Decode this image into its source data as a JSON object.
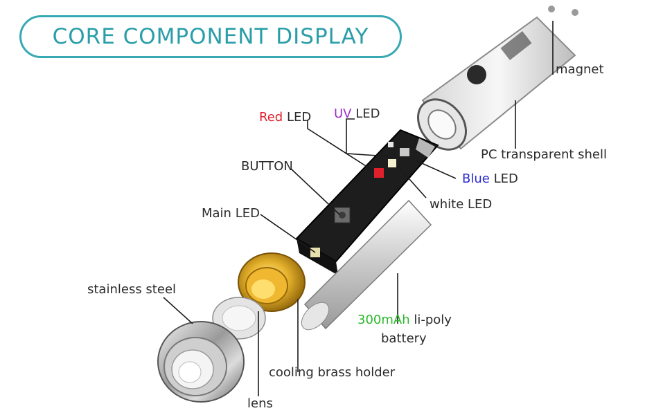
{
  "title": "CORE COMPONENT DISPLAY",
  "colors": {
    "title_accent": "#2a9ea8",
    "red_led": "#e0202a",
    "uv_led": "#9b30c8",
    "blue_led": "#2a2ad0",
    "battery_capacity": "#2ab82a",
    "brass": "#d9a520"
  },
  "labels": {
    "magnet": "magnet",
    "red_led_color": "Red",
    "red_led_suffix": "LED",
    "uv_led_color": "UV",
    "uv_led_suffix": "LED",
    "pc_shell": "PC transparent shell",
    "button": "BUTTON",
    "blue_led_color": "Blue",
    "blue_led_suffix": "LED",
    "white_led": "white LED",
    "main_led": "Main LED",
    "stainless_steel": "stainless steel",
    "battery_capacity": "300mAh",
    "battery_type": "li-poly",
    "battery_line2": "battery",
    "cooling_holder": "cooling brass holder",
    "lens": "lens"
  }
}
